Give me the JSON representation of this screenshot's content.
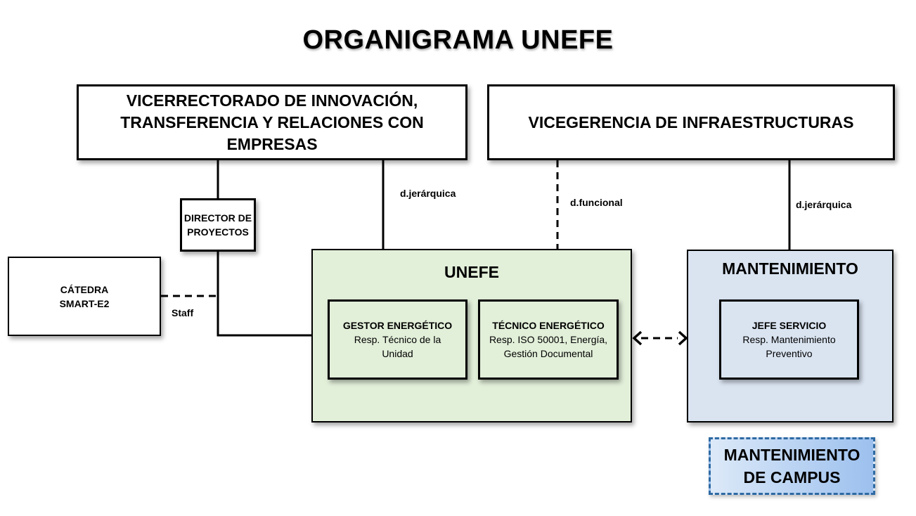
{
  "title": "ORGANIGRAMA UNEFE",
  "nodes": {
    "vicerrectorado": {
      "line1": "VICERRECTORADO DE INNOVACIÓN,",
      "line2": "TRANSFERENCIA Y RELACIONES CON EMPRESAS"
    },
    "vicegerencia": {
      "label": "VICEGERENCIA DE INFRAESTRUCTURAS"
    },
    "director": {
      "line1": "DIRECTOR DE",
      "line2": "PROYECTOS"
    },
    "catedra": {
      "line1": "CÁTEDRA",
      "line2": "SMART-E2"
    },
    "unefe": {
      "title": "UNEFE",
      "roles": [
        {
          "name": "GESTOR ENERGÉTICO",
          "desc_line1": "Resp. Técnico de la",
          "desc_line2": "Unidad"
        },
        {
          "name": "TÉCNICO ENERGÉTICO",
          "desc_line1": "Resp. ISO 50001, Energía,",
          "desc_line2": "Gestión Documental"
        }
      ]
    },
    "mantenimiento": {
      "title": "MANTENIMIENTO",
      "role": {
        "name": "JEFE SERVICIO",
        "desc_line1": "Resp. Mantenimiento",
        "desc_line2": "Preventivo"
      }
    },
    "campus": {
      "line1": "MANTENIMIENTO",
      "line2": "DE CAMPUS"
    }
  },
  "edge_labels": {
    "staff": "Staff",
    "jerarquica_left": "d.jerárquica",
    "funcional": "d.funcional",
    "jerarquica_right": "d.jerárquica"
  },
  "colors": {
    "unefe_fill": "#e2efd9",
    "mantenimiento_fill": "#dae4f1",
    "campus_border": "#2e6aa3"
  }
}
